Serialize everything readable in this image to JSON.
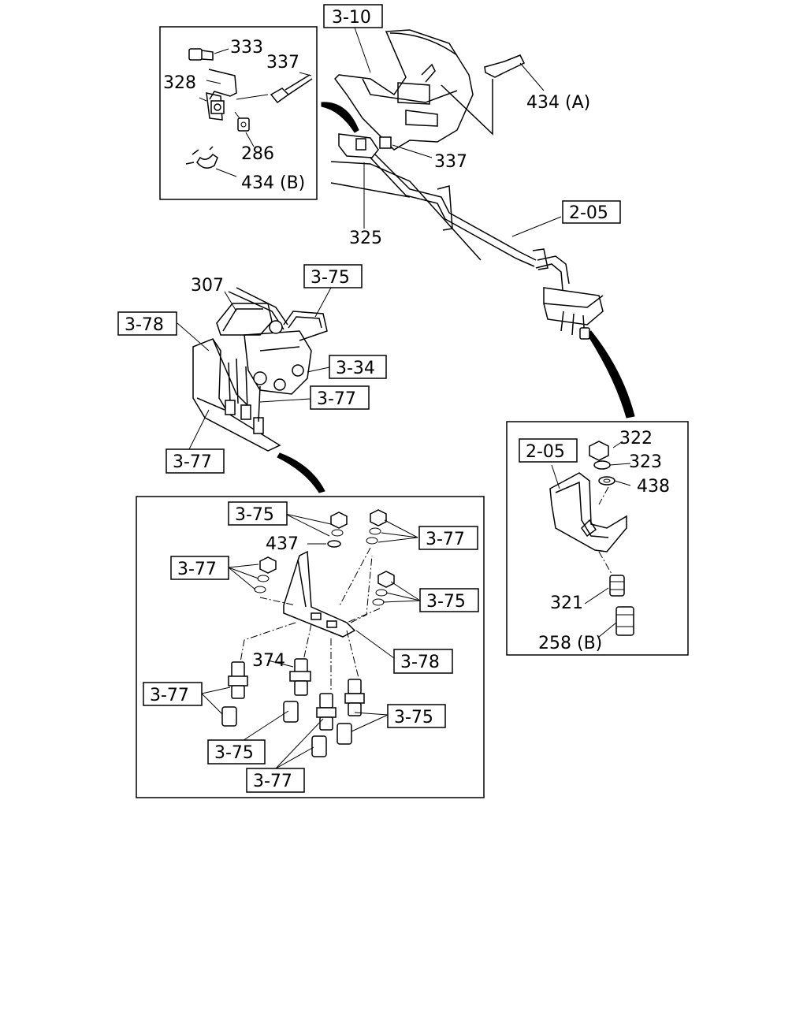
{
  "labels": {
    "c333": "333",
    "c337a": "337",
    "c328": "328",
    "c286": "286",
    "c434b": "434 (B)",
    "c434a": "434 (A)",
    "c337b": "337",
    "c325": "325",
    "c307": "307",
    "c322": "322",
    "c323": "323",
    "c438": "438",
    "c321": "321",
    "c258b": "258 (B)",
    "c437": "437",
    "c374": "374"
  },
  "refs": {
    "r310": "3-10",
    "r205a": "2-05",
    "r375a": "3-75",
    "r378a": "3-78",
    "r334": "3-34",
    "r377a": "3-77",
    "r377b": "3-77",
    "r205b": "2-05",
    "r375b": "3-75",
    "r377c": "3-77",
    "r377d": "3-77",
    "r375c": "3-75",
    "r378b": "3-78",
    "r377e": "3-77",
    "r375d": "3-75",
    "r375e": "3-75",
    "r377f": "3-77"
  }
}
